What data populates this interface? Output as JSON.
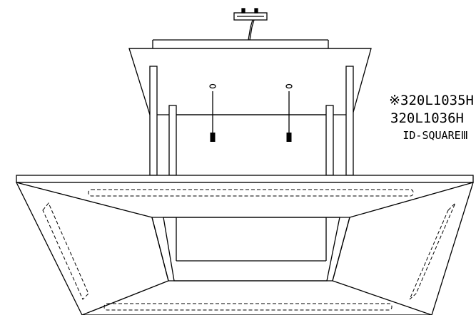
{
  "labels": {
    "model_primary": "※320L1035H",
    "model_secondary": "320L1036H",
    "series": "ID-SQUAREⅢ"
  },
  "colors": {
    "line": "#000000",
    "background": "#ffffff",
    "dashed_lamp": "#000000"
  },
  "icons": {
    "ceiling_hook": "ceiling-hook-icon",
    "screw_anchor": "screw-anchor-icon"
  }
}
